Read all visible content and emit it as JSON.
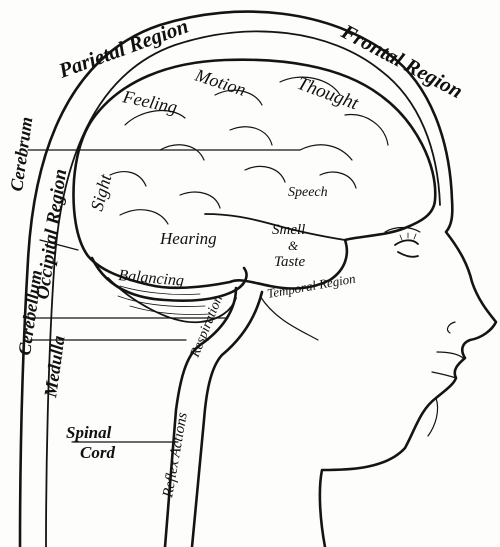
{
  "regions": {
    "parietal": "Parietal Region",
    "frontal": "Frontal Region",
    "occipital": "Occipital Region",
    "temporal": "Temporal Region"
  },
  "structures": {
    "cerebrum": "Cerebrum",
    "cerebellum": "Cerebellum",
    "medulla": "Medulla",
    "spinal_cord_line1": "Spinal",
    "spinal_cord_line2": "Cord"
  },
  "functions": {
    "feeling": "Feeling",
    "motion": "Motion",
    "thought": "Thought",
    "sight": "Sight",
    "speech": "Speech",
    "hearing": "Hearing",
    "smell": "Smell",
    "ampersand": "&",
    "taste": "Taste",
    "balancing": "Balancing",
    "respiration": "Respiration",
    "reflex_actions": "Reflex Actions"
  }
}
